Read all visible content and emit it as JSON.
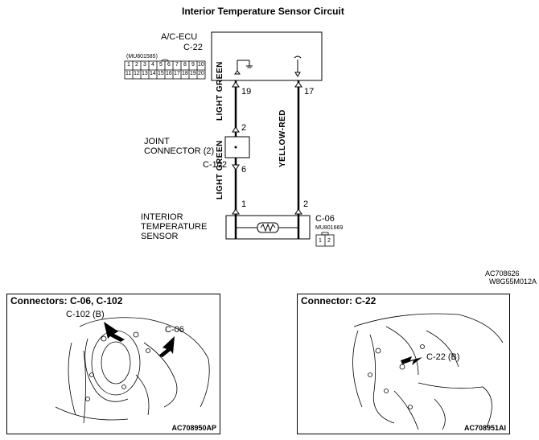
{
  "title": "Interior Temperature Sensor Circuit",
  "ecu": {
    "name": "A/C-ECU",
    "connector": "C-22",
    "part_no": "(MU801585)",
    "pins_row1": [
      "1",
      "2",
      "3",
      "4",
      "5",
      "6",
      "7",
      "8",
      "9",
      "10"
    ],
    "pins_row2": [
      "11",
      "12",
      "13",
      "14",
      "15",
      "16",
      "17",
      "18",
      "19",
      "20"
    ],
    "pin_left": "19",
    "pin_right": "17"
  },
  "wires": {
    "left_upper": "LIGHT GREEN",
    "left_lower": "LIGHT GREEN",
    "right": "YELLOW-RED"
  },
  "joint": {
    "name_line1": "JOINT",
    "name_line2": "CONNECTOR (2)",
    "connector": "C-102",
    "pin_top": "2",
    "pin_bottom": "6"
  },
  "sensor": {
    "line1": "INTERIOR",
    "line2": "TEMPERATURE",
    "line3": "SENSOR",
    "connector": "C-06",
    "part_no": "MU801669",
    "pin_left": "1",
    "pin_right": "2",
    "cpins": [
      "1",
      "2"
    ]
  },
  "diagram_code1": "AC708626",
  "diagram_code2": "W8G55M012A",
  "panel_left": {
    "title": "Connectors: C-06, C-102",
    "label1": "C-102 (B)",
    "label2": "C-06",
    "code": "AC708950AP"
  },
  "panel_right": {
    "title": "Connector: C-22",
    "label1": "C-22 (B)",
    "code": "AC708951AI"
  }
}
